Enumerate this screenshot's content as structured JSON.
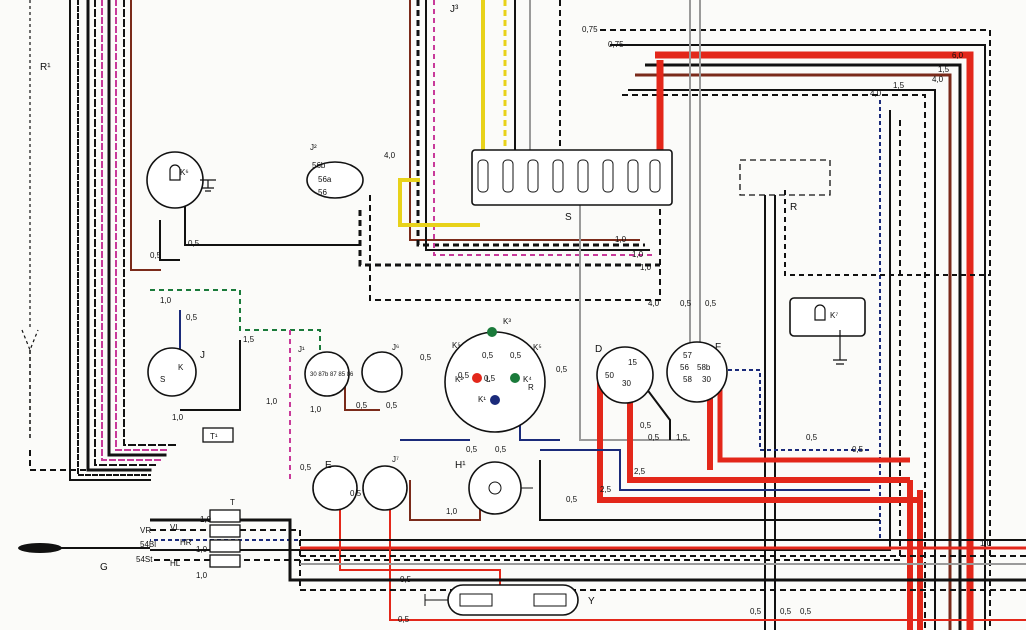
{
  "labels": {
    "r1": "R¹",
    "j3": "J³",
    "k6": "K⁶",
    "j2": "J²",
    "p56b": "56b",
    "p56a": "56a",
    "p56": "56",
    "fuse_box": "S",
    "radio": "R",
    "k7": "K⁷",
    "j": "J",
    "j_k": "K",
    "j_s": "S",
    "j1": "J¹",
    "j1_pins": "30 87b 87 85 86",
    "j6": "J⁶",
    "k3": "K³",
    "k5a": "K⁵",
    "k5b": "K⁵",
    "k2": "K²",
    "k4": "K⁴",
    "k1": "K¹",
    "cl_l": "L",
    "cl_r": "R",
    "h1": "H¹",
    "d": "D",
    "d_15": "15",
    "d_50": "50",
    "d_30": "30",
    "f": "F",
    "f_57": "57",
    "f_56": "56",
    "f_58": "58",
    "f_58b": "58b",
    "f_30": "30",
    "t1": "T¹",
    "e": "E",
    "j7": "J⁷",
    "t": "T",
    "vl": "VL",
    "hr": "HR",
    "hl": "HL",
    "vr": "VR",
    "p54bl": "54Bl",
    "p54st": "54St",
    "g": "G",
    "y": "Y"
  },
  "gauges": {
    "w075a": "0,75",
    "w075b": "0,75",
    "w60": "6,0",
    "w15a": "1,5",
    "w40a": "4,0",
    "w15b": "1,5",
    "w40b": "4,0",
    "w40c": "4,0",
    "w40d": "4,0",
    "w05_k6a": "0,5",
    "w05_k6b": "0,5",
    "w10a": "1,0",
    "w10b": "1,0",
    "w10c": "1,0",
    "w05_s": "0,5",
    "w05_s2": "0,5",
    "w10d": "1,0",
    "w05_j": "0,5",
    "w15c": "1,5",
    "w05_k3": "0,5",
    "w05_k5": "0,5",
    "w05_k2": "0,5",
    "w05_k4": "0,5",
    "w05_k1a": "0,5",
    "w05_k1b": "0,5",
    "w05_cl": "0,5",
    "w05_f1": "0,5",
    "w05_f2": "0,5",
    "w05_d": "0,5",
    "w15d": "1,5",
    "w25a": "2,5",
    "w25b": "2,5",
    "w05_ll": "0,5",
    "w05_rr": "0,5",
    "w05_k7": "0,5",
    "w05_e1": "0,5",
    "w05_e2": "0,5",
    "w10e": "1,0",
    "w05_j7": "0,5",
    "w05_j6": "0,5",
    "w10f": "1,0",
    "w10g": "1,0",
    "w10h": "1,0",
    "w10i": "1,0",
    "w10j": "1,0",
    "w10_h1": "1,0",
    "w05_h1": "0,5",
    "w05_y1": "0,5",
    "w05_y2": "0,5",
    "w05_b1": "0,5",
    "w05_b2": "0,5",
    "w10_br": "1,0"
  }
}
